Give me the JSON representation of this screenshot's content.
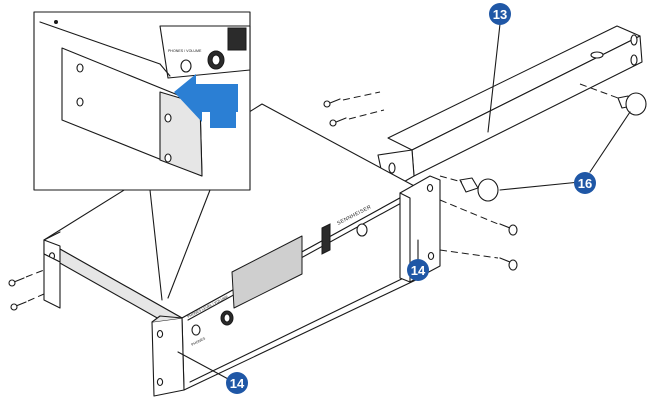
{
  "figure": {
    "callouts": [
      {
        "number": "13",
        "part": "rack-mount-bracket-extension"
      },
      {
        "number": "14",
        "part": "rack-mount-ear-right"
      },
      {
        "number": "14",
        "part": "rack-mount-ear-left"
      },
      {
        "number": "16",
        "part": "blind-plug"
      }
    ],
    "device": {
      "brand": "SENNHEISER",
      "left_label": "PHONES",
      "left_label_top": "PHONES LEVEL / VOLUME",
      "inset_label_top": "PHONES / VOLUME"
    },
    "colors": {
      "callout": "#1f57a6",
      "arrow": "#2b7fd4",
      "line": "#1a1a1a",
      "fill_light": "#e6e6e6"
    },
    "icons": [
      "arrow-right-icon",
      "screw-icon",
      "blind-plug-icon"
    ]
  }
}
